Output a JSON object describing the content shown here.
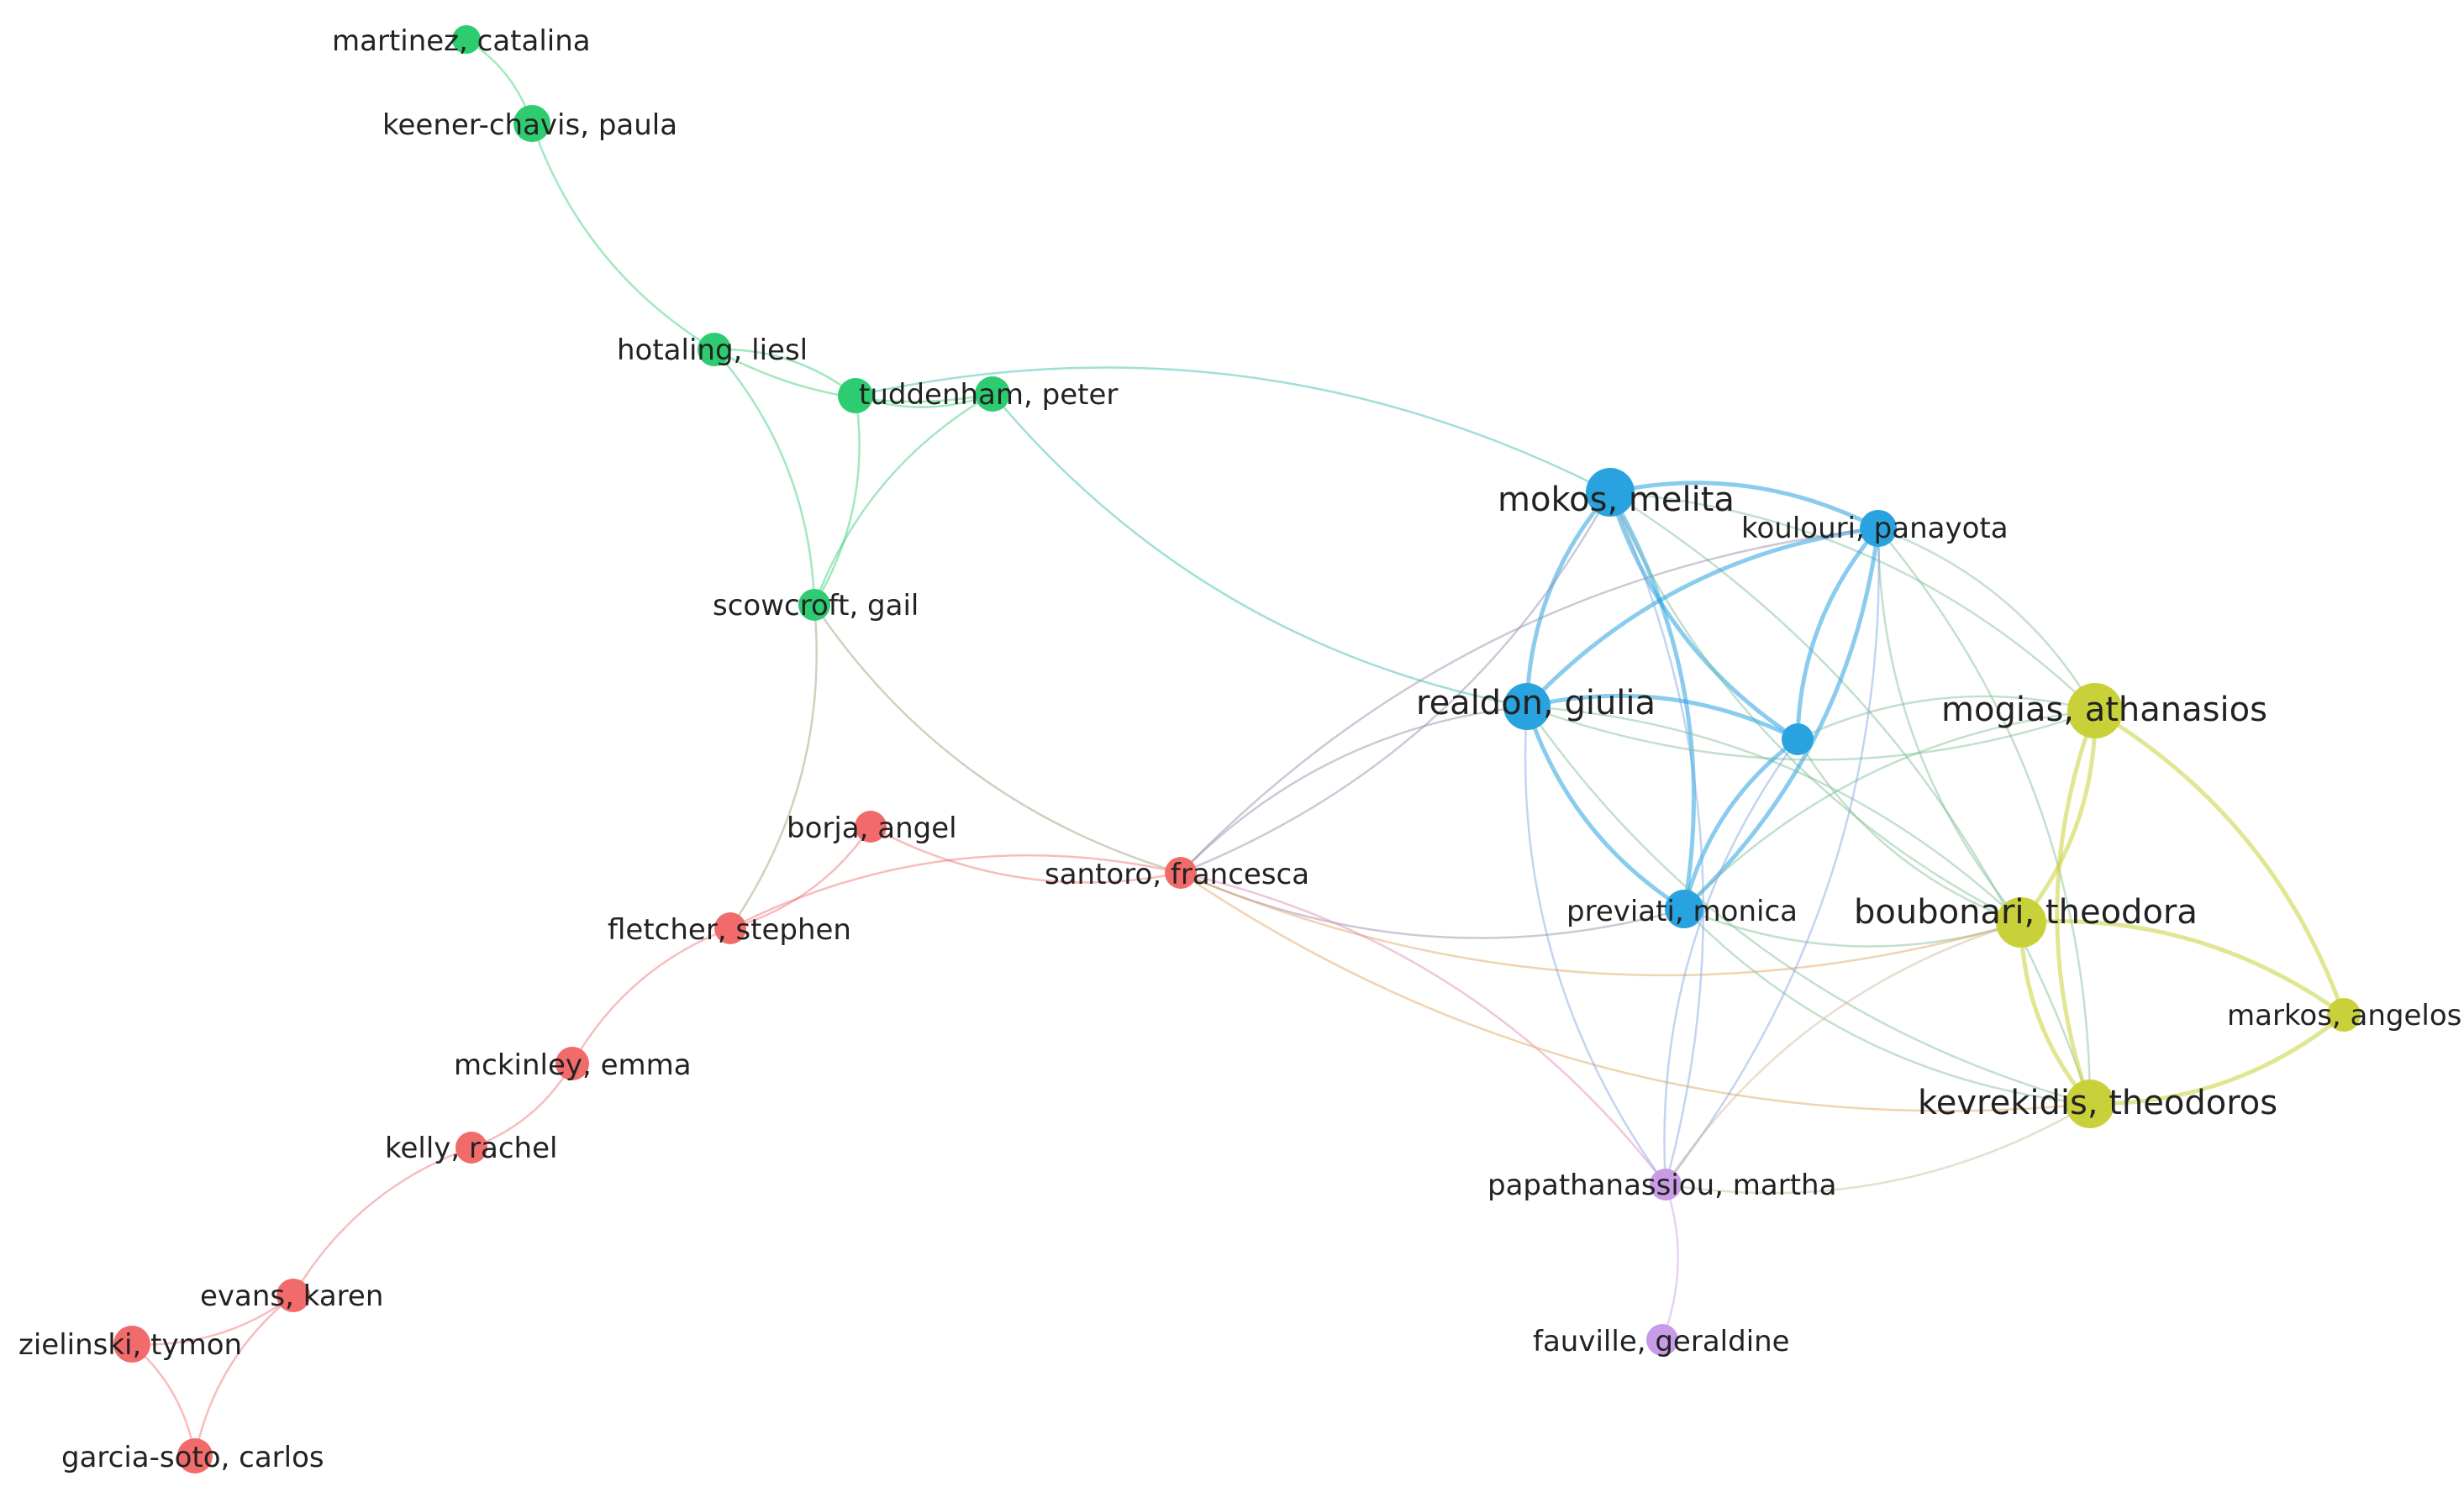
{
  "colors": {
    "green": "#2ecc71",
    "blue": "#29a3e0",
    "yellow": "#c9d13a",
    "red": "#f26b6b",
    "purple": "#c89be6"
  },
  "nodes": [
    {
      "id": "martinez",
      "label": "martinez, catalina",
      "cluster": "green"
    },
    {
      "id": "keener",
      "label": "keener-chavis, paula",
      "cluster": "green"
    },
    {
      "id": "hotaling",
      "label": "hotaling, liesl",
      "cluster": "green"
    },
    {
      "id": "green_unlabeled",
      "label": "",
      "cluster": "green"
    },
    {
      "id": "tuddenham",
      "label": "tuddenham, peter",
      "cluster": "green"
    },
    {
      "id": "scowcroft",
      "label": "scowcroft, gail",
      "cluster": "green"
    },
    {
      "id": "mokos",
      "label": "mokos, melita",
      "cluster": "blue"
    },
    {
      "id": "koulouri",
      "label": "koulouri, panayota",
      "cluster": "blue"
    },
    {
      "id": "realdon",
      "label": "realdon, giulia",
      "cluster": "blue"
    },
    {
      "id": "blue_unlabeled",
      "label": "",
      "cluster": "blue"
    },
    {
      "id": "previati",
      "label": "previati, monica",
      "cluster": "blue"
    },
    {
      "id": "mogias",
      "label": "mogias, athanasios",
      "cluster": "yellow"
    },
    {
      "id": "boubonari",
      "label": "boubonari, theodora",
      "cluster": "yellow"
    },
    {
      "id": "markos",
      "label": "markos, angelos",
      "cluster": "yellow"
    },
    {
      "id": "kevrekidis",
      "label": "kevrekidis, theodoros",
      "cluster": "yellow"
    },
    {
      "id": "borja",
      "label": "borja, angel",
      "cluster": "red"
    },
    {
      "id": "santoro",
      "label": "santoro, francesca",
      "cluster": "red"
    },
    {
      "id": "fletcher",
      "label": "fletcher, stephen",
      "cluster": "red"
    },
    {
      "id": "mckinley",
      "label": "mckinley, emma",
      "cluster": "red"
    },
    {
      "id": "kelly",
      "label": "kelly, rachel",
      "cluster": "red"
    },
    {
      "id": "evans",
      "label": "evans, karen",
      "cluster": "red"
    },
    {
      "id": "zielinski",
      "label": "zielinski, tymon",
      "cluster": "red"
    },
    {
      "id": "garcia",
      "label": "garcia-soto, carlos",
      "cluster": "red"
    },
    {
      "id": "papathanassiou",
      "label": "papathanassiou, martha",
      "cluster": "purple"
    },
    {
      "id": "fauville",
      "label": "fauville, geraldine",
      "cluster": "purple"
    }
  ],
  "edges": [
    [
      "martinez",
      "keener"
    ],
    [
      "keener",
      "hotaling"
    ],
    [
      "hotaling",
      "green_unlabeled"
    ],
    [
      "hotaling",
      "tuddenham"
    ],
    [
      "hotaling",
      "scowcroft"
    ],
    [
      "green_unlabeled",
      "tuddenham"
    ],
    [
      "green_unlabeled",
      "scowcroft"
    ],
    [
      "tuddenham",
      "scowcroft"
    ],
    [
      "green_unlabeled",
      "mokos"
    ],
    [
      "tuddenham",
      "realdon"
    ],
    [
      "scowcroft",
      "fletcher"
    ],
    [
      "scowcroft",
      "santoro"
    ],
    [
      "mokos",
      "koulouri"
    ],
    [
      "mokos",
      "realdon"
    ],
    [
      "mokos",
      "previati"
    ],
    [
      "mokos",
      "blue_unlabeled"
    ],
    [
      "mokos",
      "mogias"
    ],
    [
      "mokos",
      "boubonari"
    ],
    [
      "mokos",
      "kevrekidis"
    ],
    [
      "koulouri",
      "realdon"
    ],
    [
      "koulouri",
      "previati"
    ],
    [
      "koulouri",
      "blue_unlabeled"
    ],
    [
      "koulouri",
      "mogias"
    ],
    [
      "koulouri",
      "boubonari"
    ],
    [
      "koulouri",
      "kevrekidis"
    ],
    [
      "realdon",
      "previati"
    ],
    [
      "realdon",
      "blue_unlabeled"
    ],
    [
      "realdon",
      "mogias"
    ],
    [
      "realdon",
      "boubonari"
    ],
    [
      "realdon",
      "kevrekidis"
    ],
    [
      "previati",
      "blue_unlabeled"
    ],
    [
      "previati",
      "boubonari"
    ],
    [
      "previati",
      "mogias"
    ],
    [
      "previati",
      "kevrekidis"
    ],
    [
      "blue_unlabeled",
      "mogias"
    ],
    [
      "blue_unlabeled",
      "boubonari"
    ],
    [
      "mogias",
      "boubonari"
    ],
    [
      "mogias",
      "kevrekidis"
    ],
    [
      "mogias",
      "markos"
    ],
    [
      "boubonari",
      "kevrekidis"
    ],
    [
      "boubonari",
      "markos"
    ],
    [
      "kevrekidis",
      "markos"
    ],
    [
      "borja",
      "fletcher"
    ],
    [
      "borja",
      "santoro"
    ],
    [
      "fletcher",
      "santoro"
    ],
    [
      "fletcher",
      "mckinley"
    ],
    [
      "mckinley",
      "kelly"
    ],
    [
      "kelly",
      "evans"
    ],
    [
      "evans",
      "zielinski"
    ],
    [
      "evans",
      "garcia"
    ],
    [
      "zielinski",
      "garcia"
    ],
    [
      "santoro",
      "mokos"
    ],
    [
      "santoro",
      "realdon"
    ],
    [
      "santoro",
      "previati"
    ],
    [
      "santoro",
      "koulouri"
    ],
    [
      "santoro",
      "boubonari"
    ],
    [
      "santoro",
      "papathanassiou"
    ],
    [
      "santoro",
      "kevrekidis"
    ],
    [
      "papathanassiou",
      "fauville"
    ],
    [
      "papathanassiou",
      "mokos"
    ],
    [
      "papathanassiou",
      "realdon"
    ],
    [
      "papathanassiou",
      "koulouri"
    ],
    [
      "papathanassiou",
      "boubonari"
    ],
    [
      "papathanassiou",
      "kevrekidis"
    ],
    [
      "papathanassiou",
      "blue_unlabeled"
    ]
  ]
}
